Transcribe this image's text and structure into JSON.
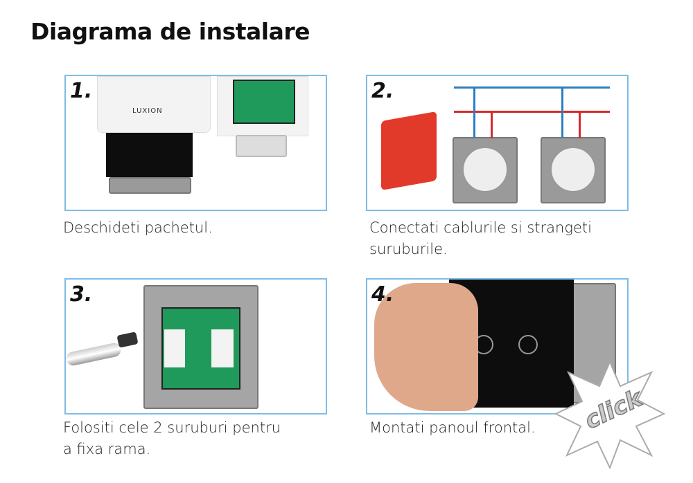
{
  "title": "Diagrama de instalare",
  "steps": [
    {
      "number": "1.",
      "caption": "Deschideti pachetul.",
      "brand": "LUXION"
    },
    {
      "number": "2.",
      "caption_line1": "Conectati cablurile si strangeti",
      "caption_line2": "suruburile."
    },
    {
      "number": "3.",
      "caption_line1": "Folositi cele 2 suruburi pentru",
      "caption_line2": "a fixa rama."
    },
    {
      "number": "4.",
      "caption": "Montati panoul frontal.",
      "badge": "click"
    }
  ],
  "colors": {
    "border": "#7dbde6",
    "wire_blue": "#2a7fc0",
    "wire_red": "#d42a2a",
    "box_red": "#e23a2a"
  }
}
